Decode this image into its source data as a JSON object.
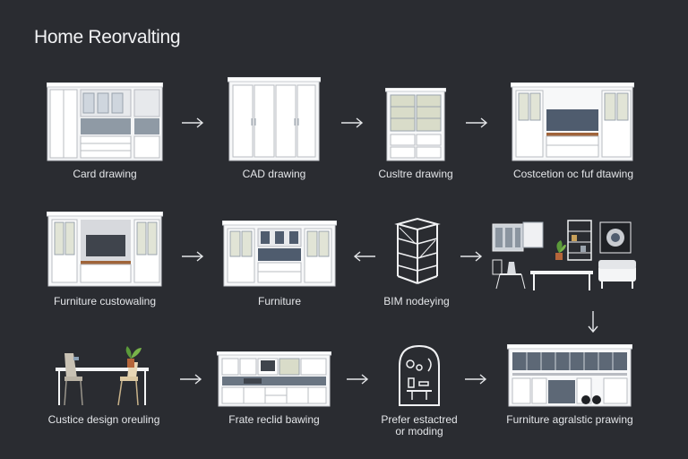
{
  "title": "Home Reorvalting",
  "row1": {
    "step1": "Card drawing",
    "step2": "CAD drawing",
    "step3": "Cusltre drawing",
    "step4": "Costcetion oc fuf dtawing"
  },
  "row2": {
    "step1": "Furniture custowaling",
    "step2": "Furniture",
    "step3": "BIM nodeying"
  },
  "row3": {
    "step1": "Custice design oreuling",
    "step2": "Frate reclid bawing",
    "step3": "Prefer estactred\nor moding",
    "step4": "Furniture agralstic prawing"
  },
  "colors": {
    "background": "#2a2c31",
    "cabinet": "#f4f5f6",
    "line": "#c9ccd1"
  }
}
